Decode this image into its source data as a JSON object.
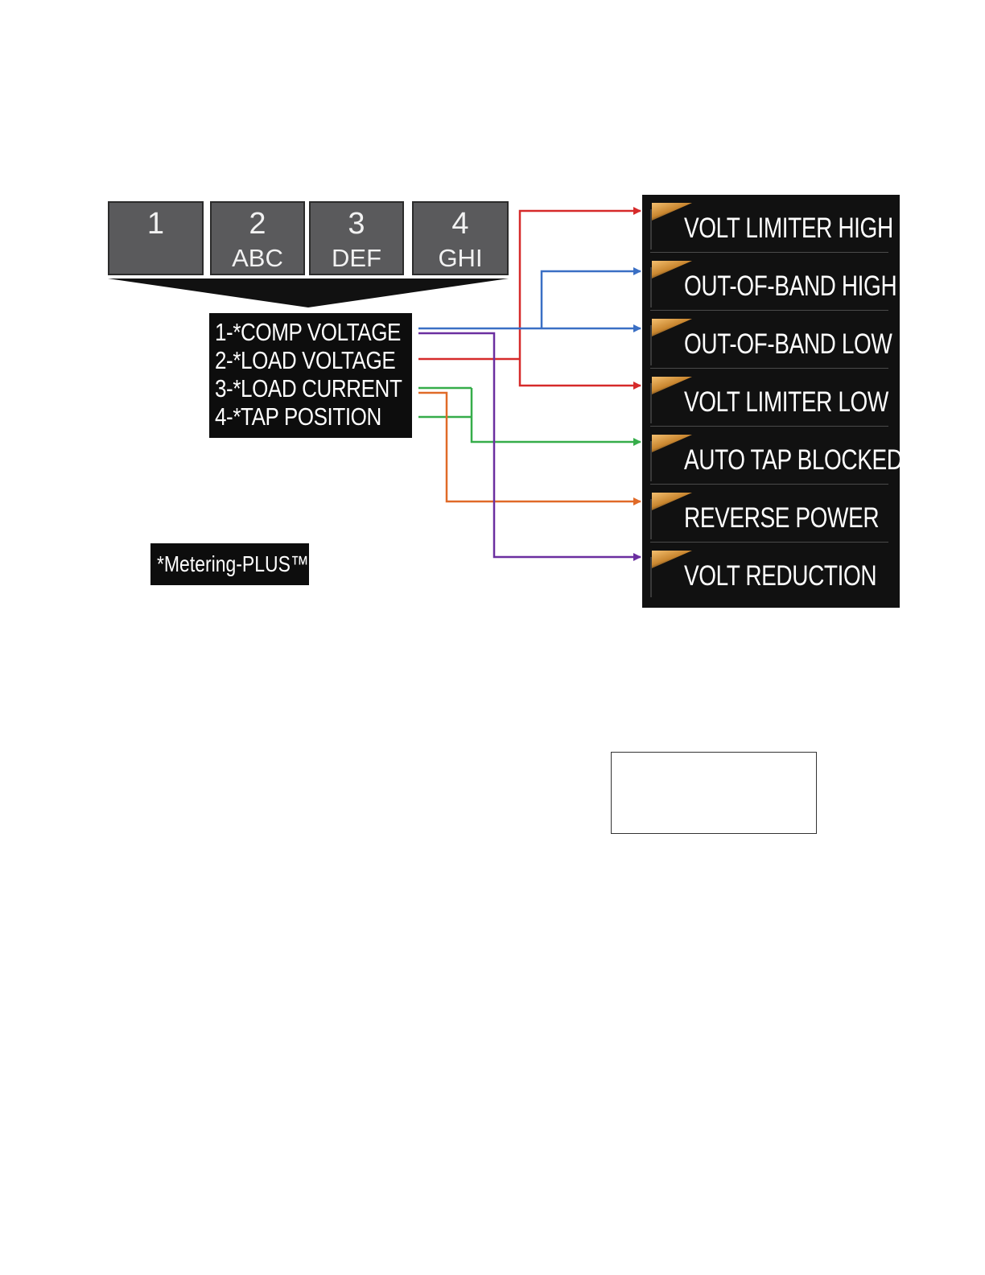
{
  "keypad": {
    "keys": [
      {
        "num": "1",
        "letters": ""
      },
      {
        "num": "2",
        "letters": "ABC"
      },
      {
        "num": "3",
        "letters": "DEF"
      },
      {
        "num": "4",
        "letters": "GHI"
      }
    ]
  },
  "parameters": [
    "1-*COMP VOLTAGE",
    "2-*LOAD VOLTAGE",
    "3-*LOAD CURRENT",
    "4-*TAP POSITION"
  ],
  "legend": "*Metering-PLUS™",
  "alarms": [
    "VOLT LIMITER HIGH",
    "OUT-OF-BAND HIGH",
    "OUT-OF-BAND LOW",
    "VOLT LIMITER LOW",
    "AUTO TAP BLOCKED",
    "REVERSE POWER",
    "VOLT REDUCTION"
  ],
  "colors": {
    "comp_voltage": "#3a6fc4",
    "load_voltage": "#d62a2a",
    "load_current": "#e06a28",
    "tap_position": "#36ad4a",
    "reduction": "#6b2fa0"
  }
}
